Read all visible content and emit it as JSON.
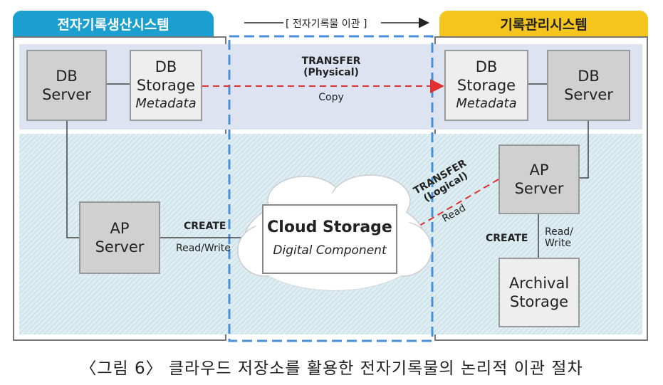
{
  "left_system": {
    "title": "전자기록생산시스템"
  },
  "right_system": {
    "title": "기록관리시스템"
  },
  "header_arrow": {
    "label": "[ 전자기록물 이관 ]"
  },
  "left": {
    "db_server": {
      "line1": "DB",
      "line2": "Server"
    },
    "db_storage": {
      "line1": "DB",
      "line2": "Storage",
      "sub": "Metadata"
    },
    "ap_server": {
      "line1": "AP",
      "line2": "Server"
    }
  },
  "right": {
    "db_storage": {
      "line1": "DB",
      "line2": "Storage",
      "sub": "Metadata"
    },
    "db_server": {
      "line1": "DB",
      "line2": "Server"
    },
    "ap_server": {
      "line1": "AP",
      "line2": "Server"
    },
    "archival_storage": {
      "line1": "Archival",
      "line2": "Storage"
    }
  },
  "cloud": {
    "title": "Cloud Storage",
    "sub": "Digital Component"
  },
  "transfer_physical": {
    "line1": "TRANSFER",
    "line2": "(Physical)",
    "sub": "Copy"
  },
  "transfer_logical": {
    "line1": "TRANSFER",
    "line2": "(Logical)",
    "sub": "Read"
  },
  "left_create": {
    "label": "CREATE",
    "sub": "Read/Write"
  },
  "right_create": {
    "label": "CREATE",
    "sub_line1": "Read/",
    "sub_line2": "Write"
  },
  "caption": "〈그림 6〉 클라우드 저장소를 활용한 전자기록물의 논리적 이관 절차",
  "colors": {
    "left_tab": "#1b9fcf",
    "right_tab": "#f4c51d",
    "dashed_cloud_border": "#4a90d9",
    "transfer_arrow": "#e03030",
    "top_band": "#dde3f1",
    "bottom_band": "#cfe3ea"
  }
}
